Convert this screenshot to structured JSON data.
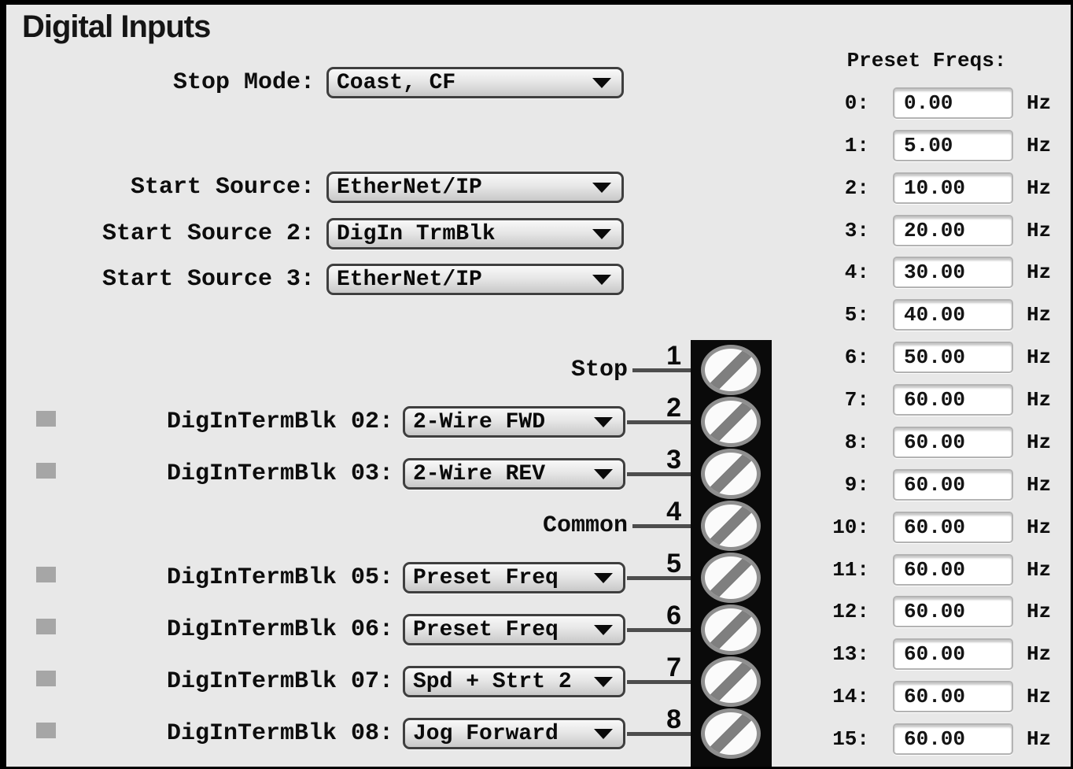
{
  "title": "Digital Inputs",
  "top_controls": [
    {
      "label": "Stop Mode:",
      "value": "Coast, CF"
    },
    {
      "label": "Start Source:",
      "value": "EtherNet/IP"
    },
    {
      "label": "Start Source 2:",
      "value": "DigIn TrmBlk"
    },
    {
      "label": "Start Source 3:",
      "value": "EtherNet/IP"
    }
  ],
  "terminal_rows": [
    {
      "terminal": "1",
      "label": "Stop",
      "control": "none",
      "indicator": false
    },
    {
      "terminal": "2",
      "label": "DigInTermBlk 02:",
      "value": "2-Wire FWD",
      "control": "dropdown",
      "indicator": true
    },
    {
      "terminal": "3",
      "label": "DigInTermBlk 03:",
      "value": "2-Wire REV",
      "control": "dropdown",
      "indicator": true
    },
    {
      "terminal": "4",
      "label": "Common",
      "control": "none",
      "indicator": false
    },
    {
      "terminal": "5",
      "label": "DigInTermBlk 05:",
      "value": "Preset Freq",
      "control": "dropdown",
      "indicator": true
    },
    {
      "terminal": "6",
      "label": "DigInTermBlk 06:",
      "value": "Preset Freq",
      "control": "dropdown",
      "indicator": true
    },
    {
      "terminal": "7",
      "label": "DigInTermBlk 07:",
      "value": "Spd + Strt 2",
      "control": "dropdown",
      "indicator": true
    },
    {
      "terminal": "8",
      "label": "DigInTermBlk 08:",
      "value": "Jog Forward",
      "control": "dropdown",
      "indicator": true
    }
  ],
  "preset_freqs": {
    "header": "Preset Freqs:",
    "unit": "Hz",
    "rows": [
      {
        "index": "0:",
        "value": "0.00"
      },
      {
        "index": "1:",
        "value": "5.00"
      },
      {
        "index": "2:",
        "value": "10.00"
      },
      {
        "index": "3:",
        "value": "20.00"
      },
      {
        "index": "4:",
        "value": "30.00"
      },
      {
        "index": "5:",
        "value": "40.00"
      },
      {
        "index": "6:",
        "value": "50.00"
      },
      {
        "index": "7:",
        "value": "60.00"
      },
      {
        "index": "8:",
        "value": "60.00"
      },
      {
        "index": "9:",
        "value": "60.00"
      },
      {
        "index": "10:",
        "value": "60.00"
      },
      {
        "index": "11:",
        "value": "60.00"
      },
      {
        "index": "12:",
        "value": "60.00"
      },
      {
        "index": "13:",
        "value": "60.00"
      },
      {
        "index": "14:",
        "value": "60.00"
      },
      {
        "index": "15:",
        "value": "60.00"
      }
    ]
  },
  "colors": {
    "background": "#e8e8e8",
    "frame": "#000000",
    "text": "#0d0d0d",
    "terminal_block": "#0a0a0a",
    "indicator": "#a6a6a6",
    "wire": "#4d4d4d"
  }
}
